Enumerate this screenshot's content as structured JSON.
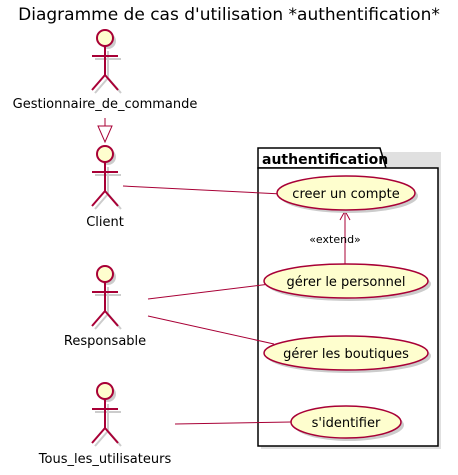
{
  "diagram": {
    "title": "Diagramme de cas d'utilisation *authentification*",
    "package": {
      "name": "authentification"
    },
    "actors": {
      "gestionnaire": "Gestionnaire_de_commande",
      "client": "Client",
      "responsable": "Responsable",
      "tous": "Tous_les_utilisateurs"
    },
    "usecases": {
      "creer": "creer un compte",
      "gerer_personnel": "gérer le personnel",
      "gerer_boutiques": "gérer les boutiques",
      "identifier": "s'identifier"
    },
    "relations": {
      "extend_label": "«extend»"
    },
    "colors": {
      "stroke": "#A80036",
      "fill": "#FEFECE",
      "shadow": "#CCCCCC",
      "package_stroke": "#000000"
    }
  }
}
